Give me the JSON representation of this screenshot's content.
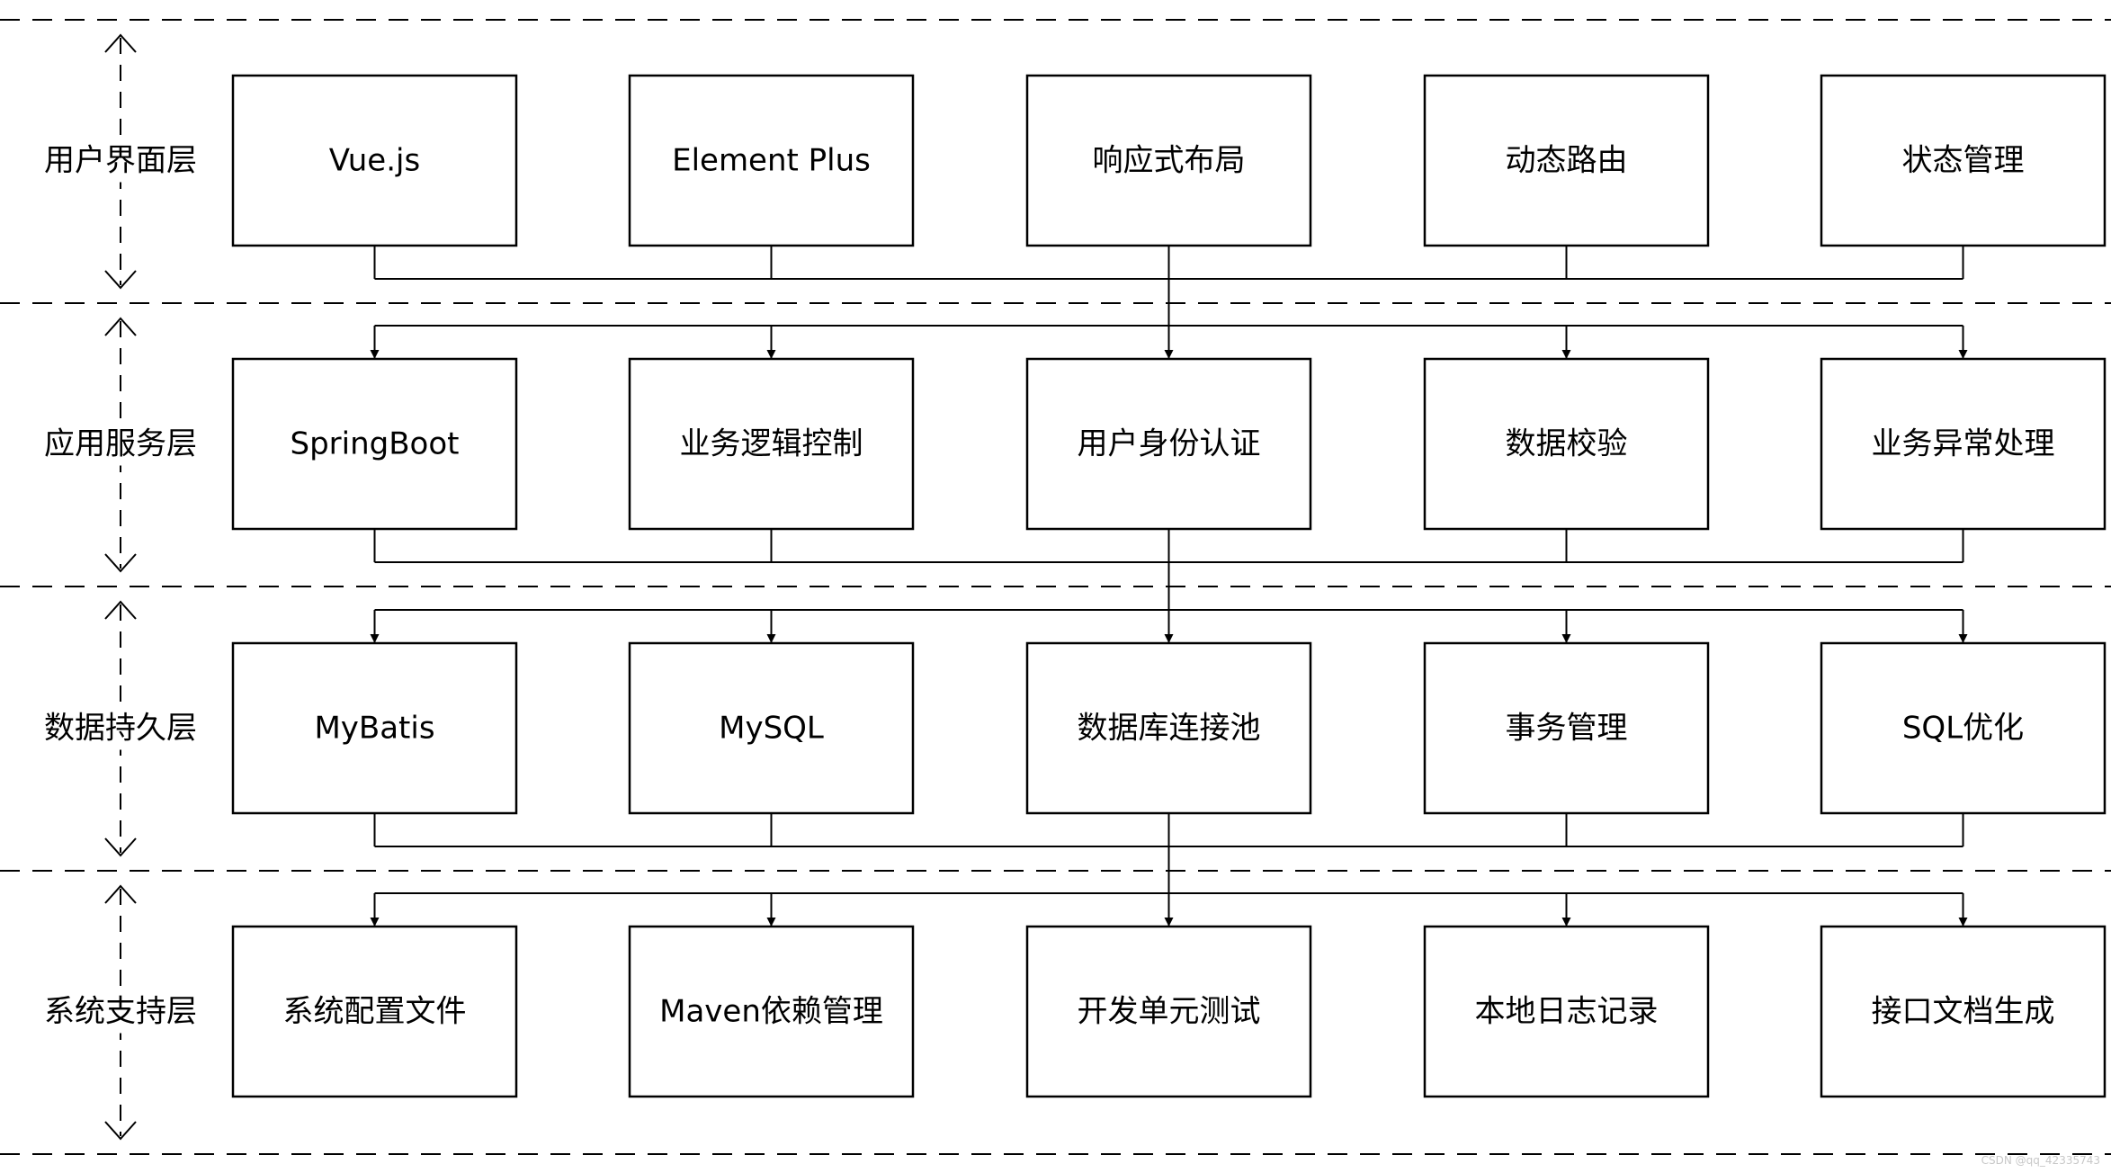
{
  "layers": [
    {
      "label": "用户界面层",
      "boxes": [
        "Vue.js",
        "Element Plus",
        "响应式布局",
        "动态路由",
        "状态管理"
      ]
    },
    {
      "label": "应用服务层",
      "boxes": [
        "SpringBoot",
        "业务逻辑控制",
        "用户身份认证",
        "数据校验",
        "业务异常处理"
      ]
    },
    {
      "label": "数据持久层",
      "boxes": [
        "MyBatis",
        "MySQL",
        "数据库连接池",
        "事务管理",
        "SQL优化"
      ]
    },
    {
      "label": "系统支持层",
      "boxes": [
        "系统配置文件",
        "Maven依赖管理",
        "开发单元测试",
        "本地日志记录",
        "接口文档生成"
      ]
    }
  ],
  "watermark": "CSDN @qq_42335743",
  "colors": {
    "line": "#000000",
    "background": "#ffffff"
  }
}
